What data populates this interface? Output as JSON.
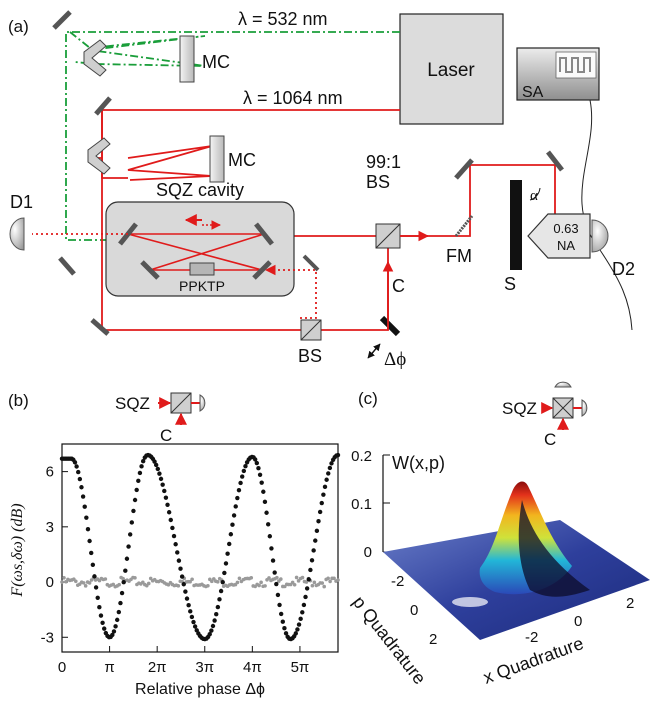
{
  "panel_a": {
    "label": "(a)",
    "green_wavelength": "λ = 532 nm",
    "red_wavelength": "λ = 1064 nm",
    "laser": "Laser",
    "mc_top": "MC",
    "mc_bottom": "MC",
    "sa": "SA",
    "d1": "D1",
    "d2": "D2",
    "sqz_cavity": "SQZ cavity",
    "ppktp": "PPKTP",
    "bs_ratio": "99:1",
    "bs_top": "BS",
    "bs_bottom": "BS",
    "c_label": "C",
    "fm": "FM",
    "s_label": "S",
    "alpha": "α",
    "na_value": "0.63",
    "na_label": "NA",
    "phase_shift": "Δϕ",
    "colors": {
      "green_beam": "#1a9e3a",
      "red_beam": "#e01b1b",
      "housing": "#d9d9d9"
    }
  },
  "panel_b": {
    "label": "(b)",
    "inset_sqz": "SQZ",
    "inset_c": "C",
    "chart_data": {
      "type": "scatter",
      "ylabel": "F(ωs,δω) (dB)",
      "xlabel": "Relative phase Δϕ",
      "xticks": [
        "0",
        "π",
        "2π",
        "3π",
        "4π",
        "5π"
      ],
      "yticks": [
        "6",
        "3",
        "0",
        "-3"
      ],
      "xlim": [
        0,
        5.8
      ],
      "ylim": [
        -3.8,
        7.5
      ],
      "series": [
        {
          "color": "#111111",
          "x": [
            0.2,
            1.0,
            1.8,
            3.0,
            4.0,
            4.8,
            5.8
          ],
          "y": [
            6.7,
            -3.0,
            6.9,
            -3.1,
            6.8,
            -3.1,
            6.9
          ],
          "kind": "periodic squeezing/anti-squeezing"
        },
        {
          "color": "#9a9a9a",
          "x": [
            0,
            5.8
          ],
          "y": [
            0.0,
            0.0
          ],
          "kind": "shot-noise reference"
        }
      ]
    }
  },
  "panel_c": {
    "label": "(c)",
    "inset_sqz": "SQZ",
    "inset_c": "C",
    "zlabel": "W(x,p)",
    "zticks": [
      "0.2",
      "0.1",
      "0"
    ],
    "p_label": "p Quadrature",
    "x_label": "x Quadrature",
    "p_ticks": [
      "-2",
      "0",
      "2"
    ],
    "x_ticks": [
      "-2",
      "0",
      "2"
    ]
  }
}
